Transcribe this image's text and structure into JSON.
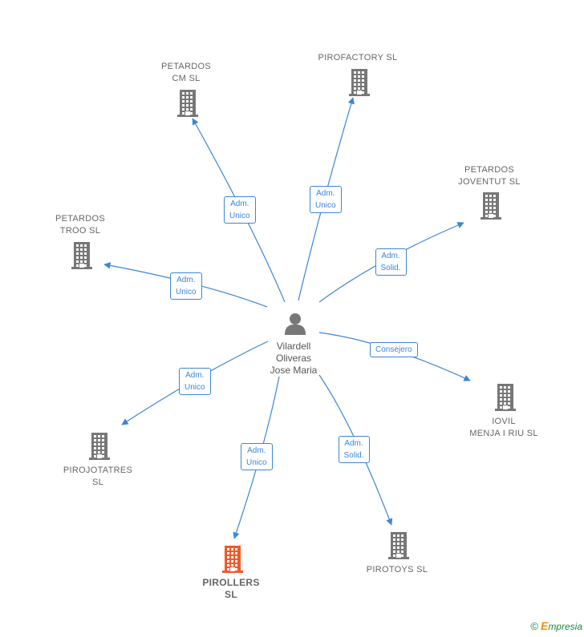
{
  "center": {
    "name": "Vilardell\nOliveras\nJose Maria",
    "icon": "person-icon",
    "color": "#777777"
  },
  "companies": [
    {
      "id": "petardos-cm",
      "name": "PETARDOS\nCM  SL",
      "highlight": false
    },
    {
      "id": "pirofactory",
      "name": "PIROFACTORY SL",
      "highlight": false
    },
    {
      "id": "petardos-joventut",
      "name": "PETARDOS\nJOVENTUT  SL",
      "highlight": false
    },
    {
      "id": "petardos-troo",
      "name": "PETARDOS\nTROO  SL",
      "highlight": false
    },
    {
      "id": "iovil",
      "name": "IOVIL\nMENJA I RIU SL",
      "highlight": false
    },
    {
      "id": "pirojotatres",
      "name": "PIROJOTATRES\nSL",
      "highlight": false
    },
    {
      "id": "pirollers",
      "name": "PIROLLERS\nSL",
      "highlight": true
    },
    {
      "id": "pirotoys",
      "name": "PIROTOYS  SL",
      "highlight": false
    }
  ],
  "relations": [
    {
      "target": "petardos-cm",
      "label": "Adm.\nUnico"
    },
    {
      "target": "pirofactory",
      "label": "Adm.\nUnico"
    },
    {
      "target": "petardos-joventut",
      "label": "Adm.\nSolid."
    },
    {
      "target": "petardos-troo",
      "label": "Adm.\nUnico"
    },
    {
      "target": "iovil",
      "label": "Consejero"
    },
    {
      "target": "pirojotatres",
      "label": "Adm.\nUnico"
    },
    {
      "target": "pirollers",
      "label": "Adm.\nUnico"
    },
    {
      "target": "pirotoys",
      "label": "Adm.\nSolid."
    }
  ],
  "colors": {
    "edge": "#3d86d6",
    "building": "#777777",
    "building_highlight": "#f05a28"
  },
  "footer": {
    "copyright": "©",
    "brand_first": "E",
    "brand_rest": "mpresia"
  }
}
